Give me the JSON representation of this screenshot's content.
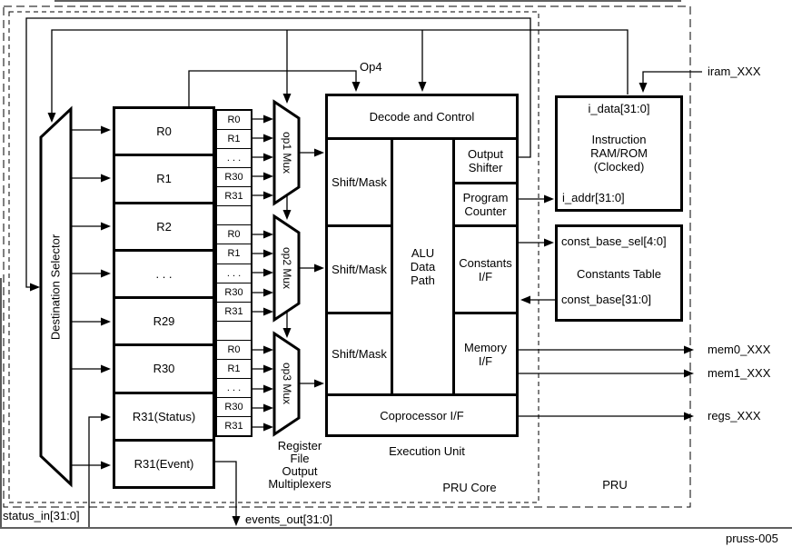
{
  "figure": {
    "caption": "pruss-005"
  },
  "regions": {
    "pru": "PRU",
    "pru_core": "PRU Core"
  },
  "destination_selector": {
    "label": "Destination Selector"
  },
  "register_file": {
    "rows": [
      "R0",
      "R1",
      "R2",
      ". . .",
      "R29",
      "R30",
      "R31(Status)",
      "R31(Event)"
    ]
  },
  "register_mux_column": {
    "cells": [
      "R0",
      "R1",
      ". . .",
      "R30",
      "R31",
      "",
      "R0",
      "R1",
      ". . .",
      "R30",
      "R31",
      "",
      "R0",
      "R1",
      ". . .",
      "R30",
      "R31"
    ],
    "caption_lines": [
      "Register",
      "File",
      "Output",
      "Multiplexers"
    ]
  },
  "muxes": {
    "op1": "op1 Mux",
    "op2": "op2 Mux",
    "op3": "op3 Mux"
  },
  "execution_unit": {
    "caption": "Execution Unit",
    "decode": "Decode and Control",
    "shift_mask_1": "Shift/Mask",
    "shift_mask_2": "Shift/Mask",
    "shift_mask_3": "Shift/Mask",
    "alu_lines": [
      "ALU",
      "Data",
      "Path"
    ],
    "output_shifter_lines": [
      "Output",
      "Shifter"
    ],
    "program_counter_lines": [
      "Program",
      "Counter"
    ],
    "constants_if_lines": [
      "Constants",
      "I/F"
    ],
    "memory_if_lines": [
      "Memory",
      "I/F"
    ],
    "coprocessor": "Coprocessor I/F"
  },
  "instruction_ram": {
    "i_data": "i_data[31:0]",
    "title_lines": [
      "Instruction",
      "RAM/ROM",
      "(Clocked)"
    ],
    "i_addr": "i_addr[31:0]"
  },
  "constants_table": {
    "const_base_sel": "const_base_sel[4:0]",
    "title": "Constants Table",
    "const_base": "const_base[31:0]"
  },
  "signals": {
    "op4": "Op4",
    "iram": "iram_XXX",
    "mem0": "mem0_XXX",
    "mem1": "mem1_XXX",
    "regs": "regs_XXX",
    "status_in": "status_in[31:0]",
    "events_out": "events_out[31:0]"
  }
}
